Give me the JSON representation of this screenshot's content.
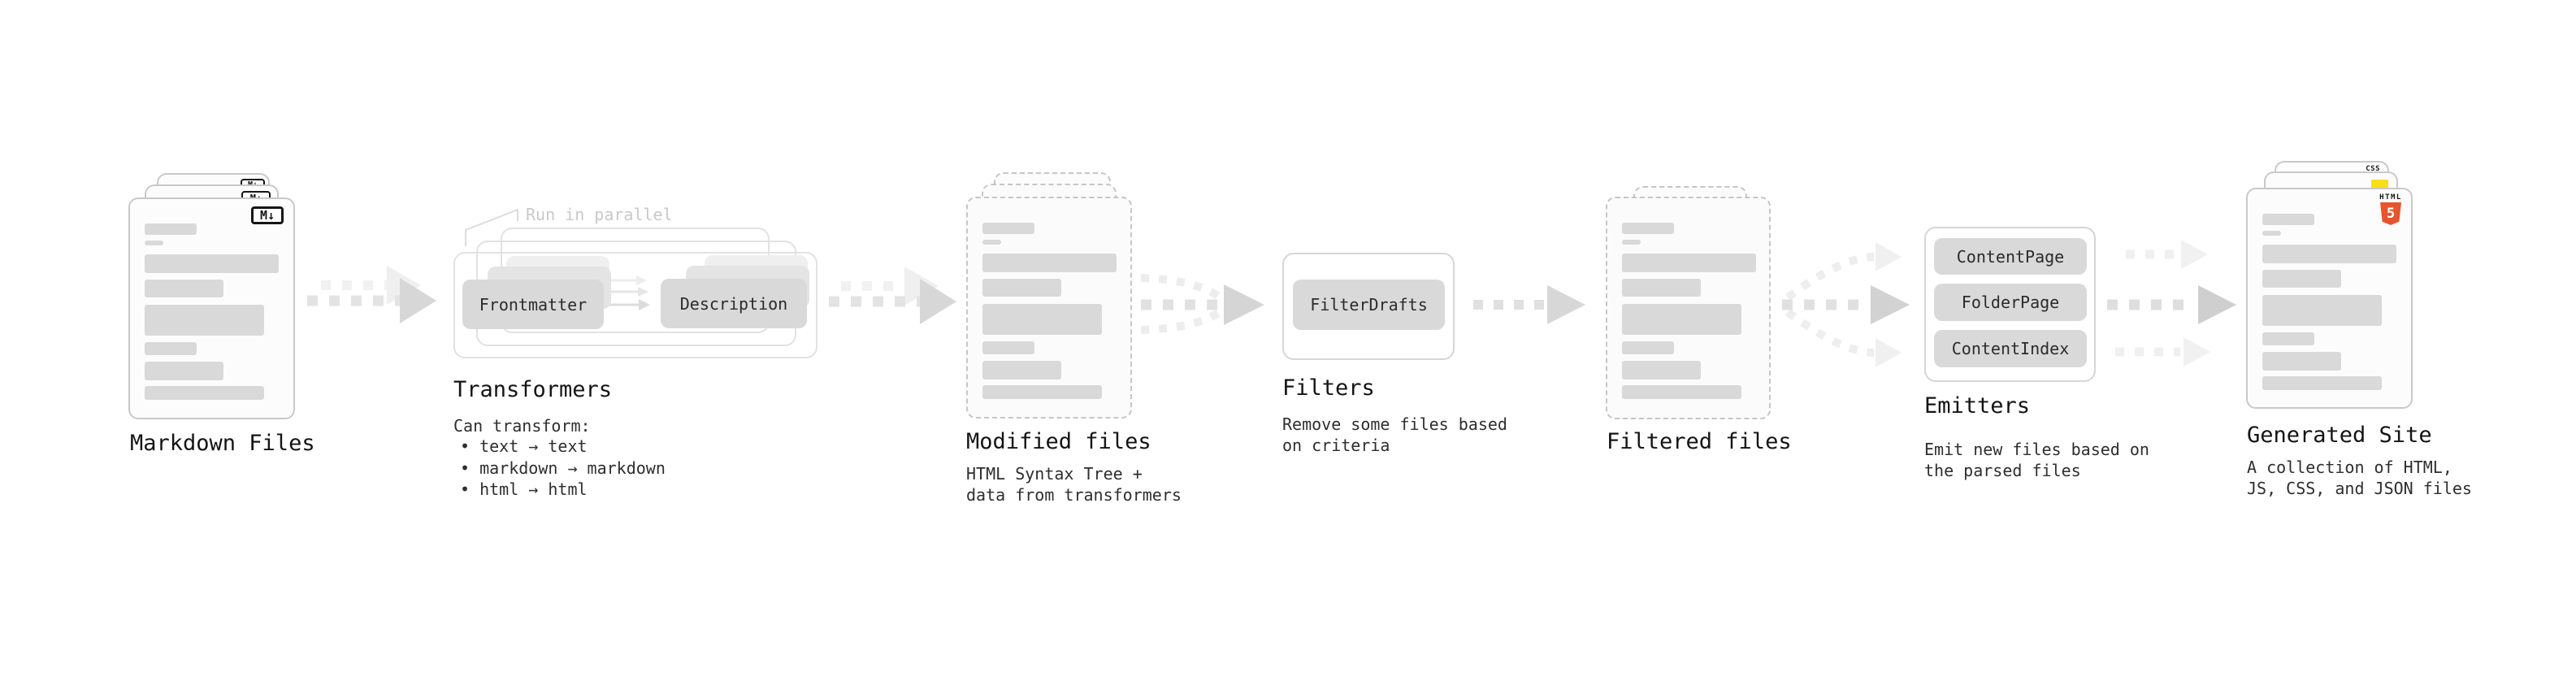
{
  "diagram": {
    "nodes": {
      "markdown_files": {
        "label": "Markdown Files",
        "badge": "M↓"
      },
      "transformers": {
        "label": "Transformers",
        "annotation": "Run in parallel",
        "boxes": [
          "Frontmatter",
          "Description"
        ],
        "caption_title": "Can transform:",
        "bullets": [
          "• text → text",
          "• markdown → markdown",
          "• html → html"
        ]
      },
      "modified_files": {
        "label": "Modified files",
        "caption": "HTML Syntax Tree +\ndata from transformers"
      },
      "filters": {
        "label": "Filters",
        "boxes": [
          "FilterDrafts"
        ],
        "caption": "Remove some files based\non criteria"
      },
      "filtered_files": {
        "label": "Filtered files"
      },
      "emitters": {
        "label": "Emitters",
        "boxes": [
          "ContentPage",
          "FolderPage",
          "ContentIndex"
        ],
        "caption": "Emit new files based on\nthe parsed files"
      },
      "generated_site": {
        "label": "Generated Site",
        "caption": "A collection of HTML,\nJS, CSS, and JSON files",
        "css_badge": "CSS",
        "html_badge_label": "HTML",
        "html_badge_number": "5"
      }
    },
    "colors": {
      "js_yellow": "#f7df1e",
      "html5_orange": "#e8542e",
      "css_blue": "#2f6bf2",
      "placeholder_gray": "#d9d9d9"
    }
  }
}
